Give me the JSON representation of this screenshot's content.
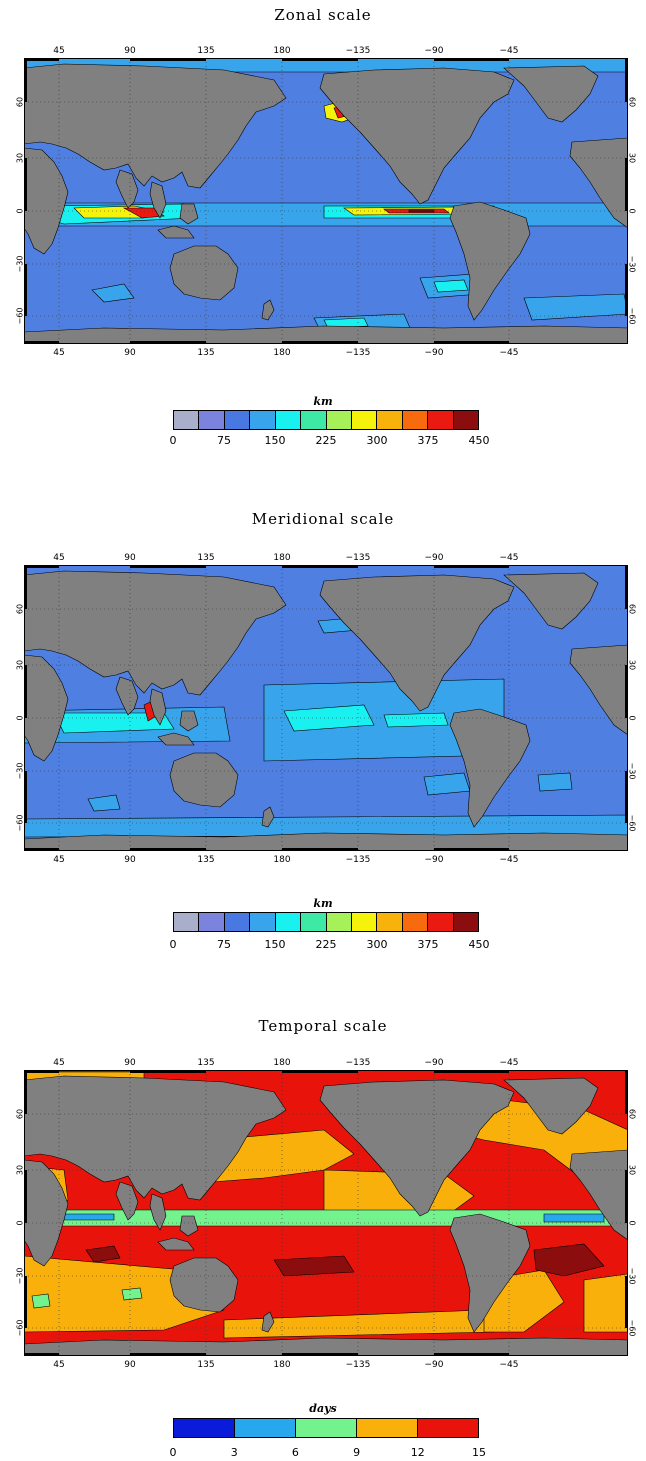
{
  "panels": [
    {
      "title": "Zonal scale",
      "unit": "km",
      "ocean_color": "#4f7fe0",
      "colorbar": {
        "colors": [
          "#a9aecb",
          "#7b83dd",
          "#4a78e3",
          "#37a4ec",
          "#19f0f0",
          "#3ee8a5",
          "#a6f05a",
          "#f5f20c",
          "#f8b20c",
          "#f76a0d",
          "#ea1a12",
          "#8b0d0d"
        ],
        "labels": [
          "0",
          "75",
          "150",
          "225",
          "300",
          "375",
          "450"
        ]
      }
    },
    {
      "title": "Meridional scale",
      "unit": "km",
      "ocean_color": "#4f7fe0",
      "colorbar": {
        "colors": [
          "#a9aecb",
          "#7b83dd",
          "#4a78e3",
          "#37a4ec",
          "#19f0f0",
          "#3ee8a5",
          "#a6f05a",
          "#f5f20c",
          "#f8b20c",
          "#f76a0d",
          "#ea1a12",
          "#8b0d0d"
        ],
        "labels": [
          "0",
          "75",
          "150",
          "225",
          "300",
          "375",
          "450"
        ]
      }
    },
    {
      "title": "Temporal scale",
      "unit": "days",
      "ocean_color": "#e8140c",
      "colorbar": {
        "colors": [
          "#0a1bd9",
          "#27a8ee",
          "#74f28e",
          "#f9b00b",
          "#e8140c"
        ],
        "labels": [
          "0",
          "3",
          "6",
          "9",
          "12",
          "15"
        ]
      }
    }
  ],
  "axes": {
    "lon_ticks_top": [
      "45",
      "90",
      "135",
      "180",
      "−135",
      "−90",
      "−45"
    ],
    "lon_ticks_bottom": [
      "45",
      "90",
      "135",
      "180",
      "−135",
      "−90",
      "−45"
    ],
    "lat_ticks": [
      "60",
      "30",
      "0",
      "−30",
      "−60"
    ]
  },
  "land_color": "#808080"
}
